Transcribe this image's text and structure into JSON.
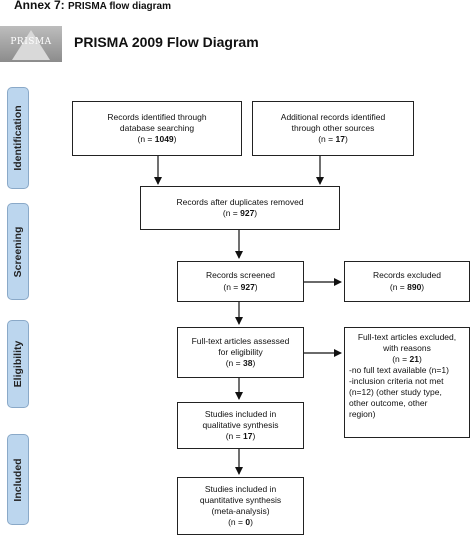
{
  "header": {
    "annex_prefix": "Annex 7: ",
    "annex_suffix": "PRISMA flow diagram",
    "logo_text": "PRISMA",
    "title": "PRISMA 2009 Flow Diagram"
  },
  "phases": {
    "identification": "Identification",
    "screening": "Screening",
    "eligibility": "Eligibility",
    "included": "Included"
  },
  "boxes": {
    "db_search": {
      "line1": "Records identified through",
      "line2": "database searching",
      "n_prefix": "(n = ",
      "n": "1049",
      "n_suffix": ")"
    },
    "other_sources": {
      "line1": "Additional records identified",
      "line2": "through other sources",
      "n_prefix": "(n = ",
      "n": "17",
      "n_suffix": ")"
    },
    "duplicates_removed": {
      "line1": "Records after duplicates removed",
      "n_prefix": "(n = ",
      "n": "927",
      "n_suffix": ")"
    },
    "screened": {
      "line1": "Records screened",
      "n_prefix": "(n = ",
      "n": "927",
      "n_suffix": ")"
    },
    "excluded": {
      "line1": "Records excluded",
      "n_prefix": "(n = ",
      "n": "890",
      "n_suffix": ")"
    },
    "fulltext_assessed": {
      "line1": "Full-text articles assessed",
      "line2": "for eligibility",
      "n_prefix": "(n = ",
      "n": "38",
      "n_suffix": ")"
    },
    "fulltext_excluded": {
      "line1": "Full-text articles excluded,",
      "line2": "with reasons",
      "n_prefix": "(n = ",
      "n": "21",
      "n_suffix": ")",
      "reason1": "-no full text available (n=1)",
      "reason2": "-inclusion criteria not met",
      "reason3": "(n=12) (other study type,",
      "reason4": "other outcome, other",
      "reason5": "region)"
    },
    "qualitative": {
      "line1": "Studies included in",
      "line2": "qualitative synthesis",
      "n_prefix": "(n = ",
      "n": "17",
      "n_suffix": ")"
    },
    "quantitative": {
      "line1": "Studies included in",
      "line2": "quantitative synthesis",
      "line3": "(meta-analysis)",
      "n_prefix": "(n = ",
      "n": "0",
      "n_suffix": ")"
    }
  }
}
